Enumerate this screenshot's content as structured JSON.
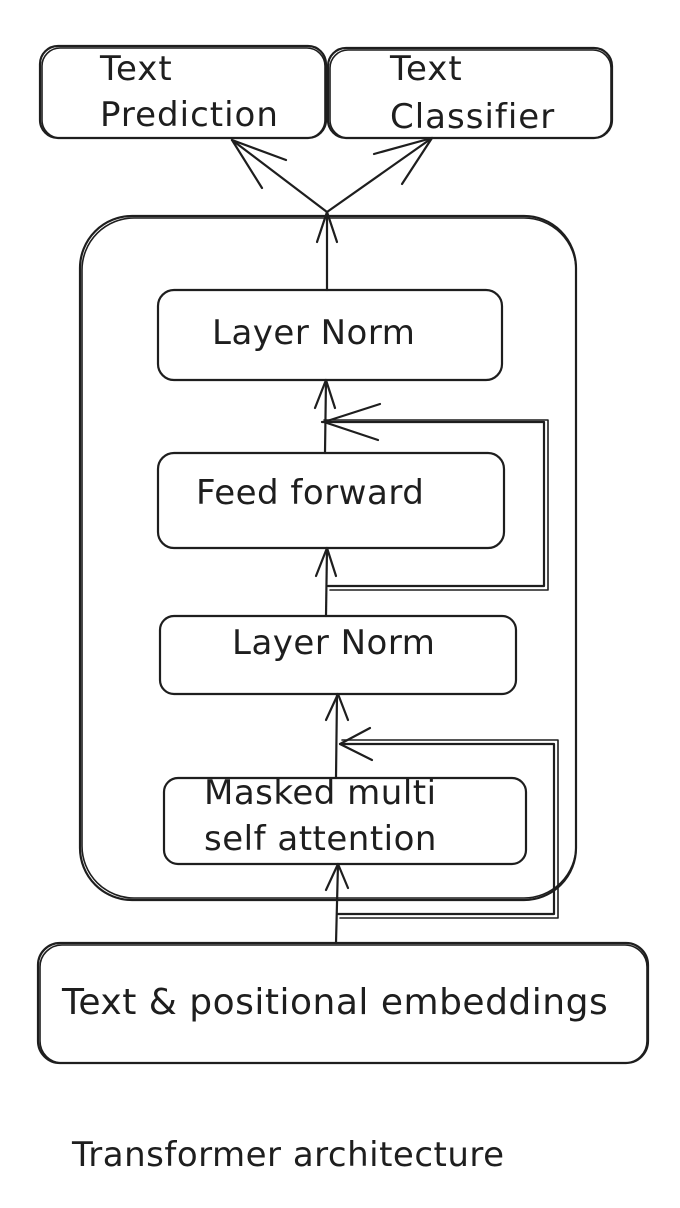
{
  "diagram": {
    "outputs": {
      "text_prediction": [
        "Text",
        "Prediction"
      ],
      "text_classifier": [
        "Text",
        "Classifier"
      ]
    },
    "block": {
      "layer_norm_top": "Layer Norm",
      "feed_forward": "Feed forward",
      "layer_norm_bottom": "Layer Norm",
      "masked_attention": [
        "Masked multi",
        "self attention"
      ]
    },
    "input": "Text & positional embeddings",
    "caption": "Transformer architecture"
  }
}
